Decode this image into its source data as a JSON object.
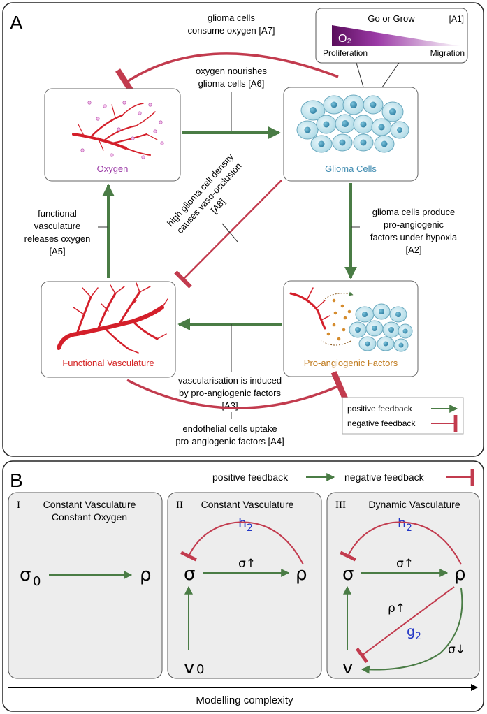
{
  "panel_a": {
    "letter": "A",
    "nodes": {
      "oxygen": "Oxygen",
      "glioma": "Glioma Cells",
      "vasculature": "Functional Vasculature",
      "factors": "Pro-angiogenic Factors"
    },
    "go_or_grow": {
      "title": "Go or Grow",
      "tag": "[A1]",
      "o2": "O₂",
      "left": "Proliferation",
      "right": "Migration"
    },
    "a7": {
      "line1": "glioma cells",
      "line2": "consume oxygen [A7]"
    },
    "a6": {
      "line1": "oxygen nourishes",
      "line2": "glioma cells [A6]"
    },
    "a8": {
      "line1": "high glioma cell density",
      "line2": "causes vaso-occlusion",
      "line3": "[A8]"
    },
    "a5": {
      "line1": "functional",
      "line2": "vasculature",
      "line3": "releases oxygen",
      "line4": "[A5]"
    },
    "a2": {
      "line1": "glioma cells produce",
      "line2": "pro-angiogenic",
      "line3": "factors under hypoxia",
      "line4": "[A2]"
    },
    "a3": {
      "line1": "vascularisation is induced",
      "line2": "by pro-angiogenic factors",
      "line3": "[A3]"
    },
    "a4": {
      "line1": "endothelial cells uptake",
      "line2": "pro-angiogenic factors [A4]"
    },
    "legend": {
      "positive": "positive feedback",
      "negative": "negative feedback"
    }
  },
  "panel_b": {
    "letter": "B",
    "legend": {
      "positive": "positive feedback",
      "negative": "negative feedback"
    },
    "box1": {
      "numeral": "I",
      "title1": "Constant Vasculature",
      "title2": "Constant Oxygen",
      "sigma": "σ",
      "sigma_sub": "0",
      "rho": "ρ"
    },
    "box2": {
      "numeral": "II",
      "title": "Constant Vasculature",
      "h": "h",
      "h_sub": "2",
      "sigma": "σ",
      "rho": "ρ",
      "sigma_up": "σ↑",
      "v": "v",
      "v_sub": "0"
    },
    "box3": {
      "numeral": "III",
      "title": "Dynamic Vasculature",
      "h": "h",
      "h_sub": "2",
      "sigma": "σ",
      "rho": "ρ",
      "sigma_up": "σ↑",
      "rho_up": "ρ↑",
      "g": "g",
      "g_sub": "2",
      "sigma_down": "σ↓",
      "v": "v"
    },
    "axis_label": "Modelling complexity"
  },
  "colors": {
    "positive": "#4a7c45",
    "negative": "#c23b4e",
    "oxygen_label": "#9b3aa6",
    "glioma_label": "#3f8bb0",
    "vasculature_label": "#d42222",
    "factors_label": "#c07a1c",
    "math_blue": "#2236c6",
    "box_fill": "#ededed"
  }
}
